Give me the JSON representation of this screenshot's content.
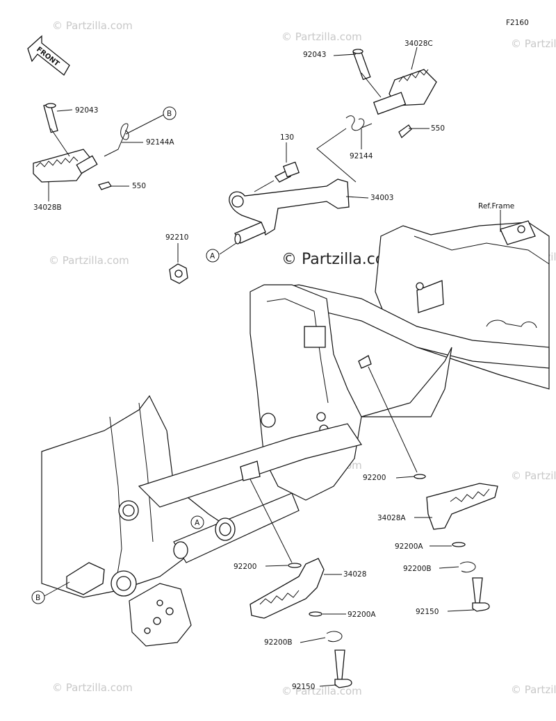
{
  "diagram_code": "F2160",
  "front_label": "FRONT",
  "copyright_main": "© Partzilla.com",
  "watermark": "© Partzilla.com",
  "reference": "Ref.Frame",
  "callouts": {
    "A": "A",
    "B": "B"
  },
  "parts": {
    "p92043_left": "92043",
    "p92144A": "92144A",
    "p550_left": "550",
    "p34028B": "34028B",
    "p92043_right": "92043",
    "p34028C": "34028C",
    "p550_right": "550",
    "p92144": "92144",
    "p130": "130",
    "p34003": "34003",
    "p92210": "92210",
    "p92200_right": "92200",
    "p34028A": "34028A",
    "p92200A_right": "92200A",
    "p92200B_right": "92200B",
    "p92150_right": "92150",
    "p92200_center": "92200",
    "p34028": "34028",
    "p92200A_center": "92200A",
    "p92200B_center": "92200B",
    "p92150_center": "92150"
  }
}
